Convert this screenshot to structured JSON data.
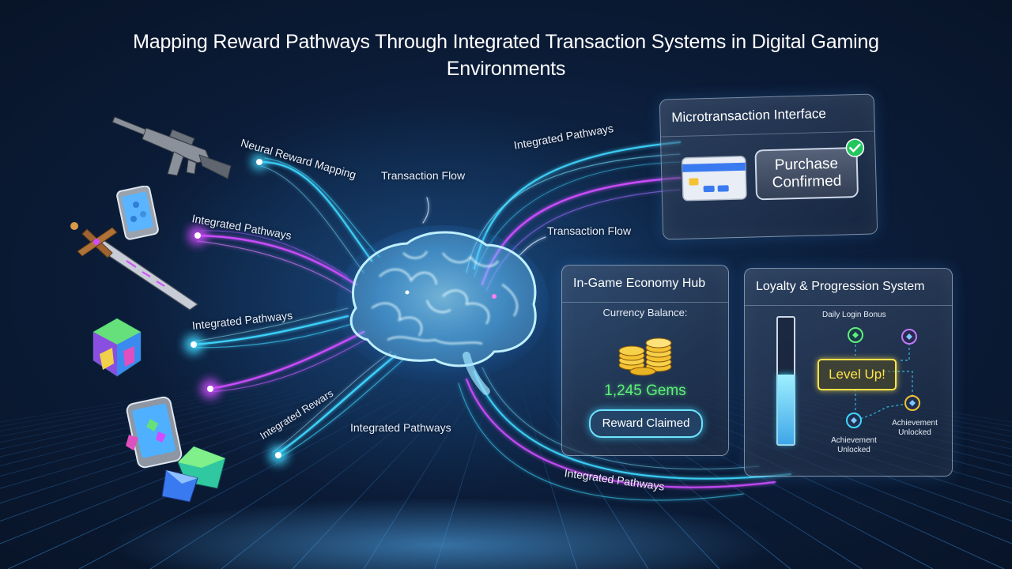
{
  "title": "Mapping Reward Pathways Through Integrated Transaction Systems in Digital Gaming Environments",
  "flow_labels": {
    "neural": "Neural Reward Mapping",
    "transaction_flow_1": "Transaction Flow",
    "integrated_top_right": "Integrated Pathways",
    "transaction_flow_2": "Transaction Flow",
    "integrated_left_1": "Integrated Pathways",
    "integrated_left_2": "Integrated Pathways",
    "integrated_rewards": "Integrated Rewars",
    "integrated_bottom_center": "Integrated Pathways",
    "integrated_bottom_right": "Integrated Pathways"
  },
  "micro_panel": {
    "header": "Microtransaction Interface",
    "status_line1": "Purchase",
    "status_line2": "Confirmed"
  },
  "economy_panel": {
    "header": "In-Game Economy Hub",
    "balance_label": "Currency Balance:",
    "gems": "1,245 Gems",
    "reward_button": "Reward Claimed"
  },
  "loyalty_panel": {
    "header": "Loyalty & Progression System",
    "daily_bonus": "Daily Login Bonus",
    "level_up": "Level Up!",
    "achievement_1": "Achievement Unlocked",
    "achievement_2": "Achievement Unlocked",
    "progress_fraction": 0.55
  },
  "colors": {
    "cyan": "#3fd8ff",
    "magenta": "#d04dff",
    "gem_green": "#5ef07a",
    "gold": "#f4c232",
    "level_up_text": "#ffe44a"
  },
  "icons": [
    "assault-rifle-icon",
    "smartphone-icon",
    "sword-icon",
    "gem-cluster-icon",
    "phone-gems-icon",
    "brain-icon",
    "credit-card-icon",
    "checkmark-icon",
    "gold-coins-icon"
  ]
}
